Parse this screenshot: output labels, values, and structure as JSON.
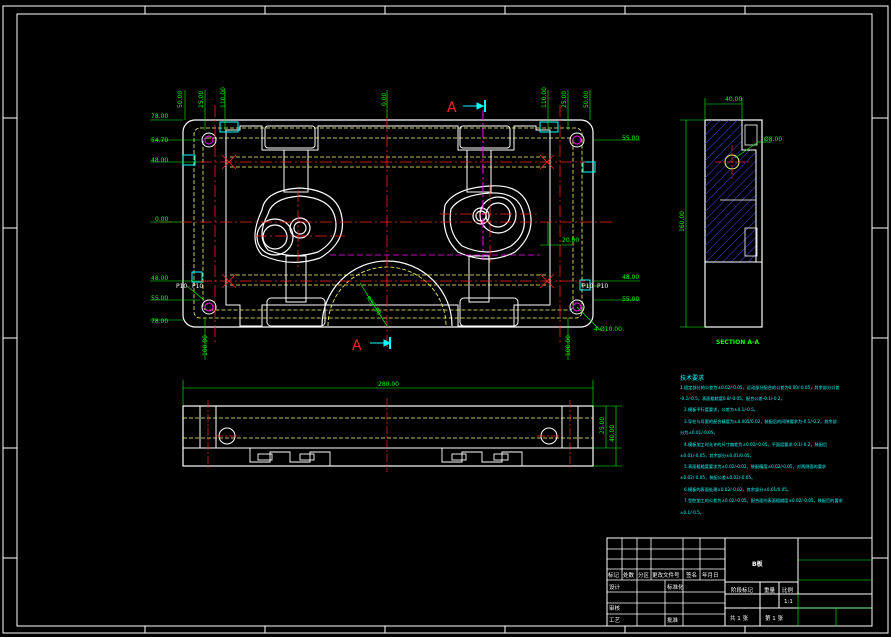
{
  "colors": {
    "background": "#000000",
    "frame": "#ffffff",
    "dimension": "#00ff00",
    "outline": "#ffffff",
    "hidden": "#ffff66",
    "center": "#ff2020",
    "section": "#ff00ff",
    "callout": "#00ffff",
    "hatch": "#4a4aff"
  },
  "section_marker": {
    "top_letter": "A",
    "bottom_letter": "A"
  },
  "section_view_title": "SECTION A-A",
  "plan_view": {
    "left_dims": [
      "78.00",
      "54.70",
      "48.00",
      "0.00",
      "48.00",
      "55.00",
      "78.00"
    ],
    "right_dims": [
      "55.00",
      "48.00",
      "55.00"
    ],
    "top_dims": [
      "50.00",
      "25.00",
      "110.00",
      "0.00",
      "110.00",
      "25.00",
      "50.00"
    ],
    "bottom_dims": [
      "100.00"
    ],
    "radius_label": "R37.50",
    "hole_callout": "4-Ø10.00",
    "small_dim": "20.00",
    "corner_labels_left": [
      "P10",
      "P10"
    ],
    "corner_labels_right": [
      "P10",
      "P10"
    ]
  },
  "side_view": {
    "width_dim": "40.00",
    "height_dim": "160.00",
    "hole_dim": "Ø8.00"
  },
  "front_view": {
    "overall_dim": "280.00",
    "height_dims": [
      "25.00",
      "40.00"
    ]
  },
  "notes": {
    "title": "技术要求",
    "lines": [
      "1.固定部分的公差为±0.02/-0.05，运动部分配合的公差为0.00/-0.05，其余部分公差",
      "-0.2/-0.5，表面粗糙度0.8/-0.05，配合公差-0.1/-0.2。",
      "2.模板平行度要求，公差为±0.1/-0.5。",
      "3.导柱与导套的配合精度为±0.005/0.02，装配后的间隙要求为-0.1/-0.2，其余部",
      "分为±0.01/-0.05。",
      "4.模板加工时允许的尺寸偏差为±0.02/-0.05，平面度要求-0.1/-0.2，装配后",
      "±0.01/-0.05，其余部分±0.01/0.05。",
      "5.表面粗糙度要求为±0.02/-0.02，装配精度±0.02/-0.05，对两侧面的要求",
      "±0.02/-0.05，装配公差±0.02/-0.05。",
      "6.模板的表面处理±0.02/-0.02，其余部分±0.01/0.05。",
      "7.型腔加工的公差为±0.02/-0.05，配合面的表面粗糙度±0.02/-0.05，装配后的要求",
      "±0.1/-0.5。"
    ]
  },
  "title_block": {
    "part_name": "B板",
    "headers": [
      "标记",
      "处数",
      "分区",
      "更改文件号",
      "签名",
      "年月日"
    ],
    "designer_label": "设计",
    "standard_label": "标准化",
    "check_label": "审核",
    "process_label": "工艺",
    "approve_label": "批准",
    "stage_label": "阶段标记",
    "weight_label": "重量",
    "scale_label": "比例",
    "scale_value": "1:1",
    "sheet_total": "共 1 张",
    "sheet_no": "第 1 张"
  }
}
